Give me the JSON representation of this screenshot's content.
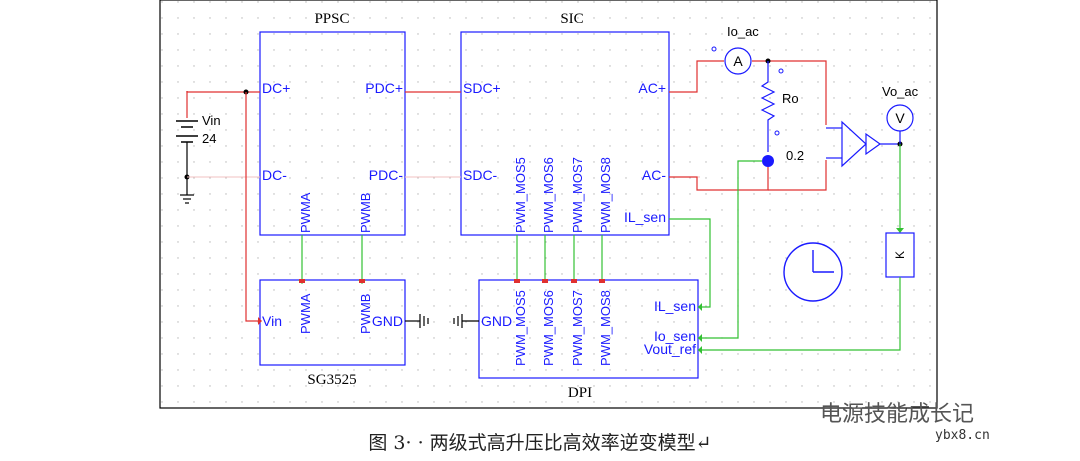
{
  "blocks": {
    "ppsc": {
      "title": "PPSC",
      "dc_plus": "DC+",
      "dc_minus": "DC-",
      "pdc_plus": "PDC+",
      "pdc_minus": "PDC-",
      "pwma": "PWMA",
      "pwmb": "PWMB"
    },
    "sic": {
      "title": "SIC",
      "sdc_plus": "SDC+",
      "sdc_minus": "SDC-",
      "ac_plus": "AC+",
      "ac_minus": "AC-",
      "il_sen": "IL_sen",
      "pwm": [
        "PWM_MOS5",
        "PWM_MOS6",
        "PWM_MOS7",
        "PWM_MOS8"
      ]
    },
    "sg3525": {
      "title": "SG3525",
      "vin": "Vin",
      "pwma": "PWMA",
      "pwmb": "PWMB",
      "gnd": "GND"
    },
    "dpi": {
      "title": "DPI",
      "gnd": "GND",
      "il_sen": "IL_sen",
      "io_sen": "Io_sen",
      "vout_ref": "Vout_ref",
      "pwm": [
        "PWM_MOS5",
        "PWM_MOS6",
        "PWM_MOS7",
        "PWM_MOS8"
      ]
    }
  },
  "source": {
    "name": "Vin",
    "value": "24"
  },
  "load": {
    "resistor": "Ro",
    "current_meter": "Io_ac",
    "voltage_meter": "Vo_ac",
    "current_sense_value": "0.2",
    "gain_block": "K"
  },
  "caption": "图 3· · 两级式高升压比高效率逆变模型↵",
  "watermark": "电源技能成长记",
  "watermark_url": "ybx8.cn"
}
